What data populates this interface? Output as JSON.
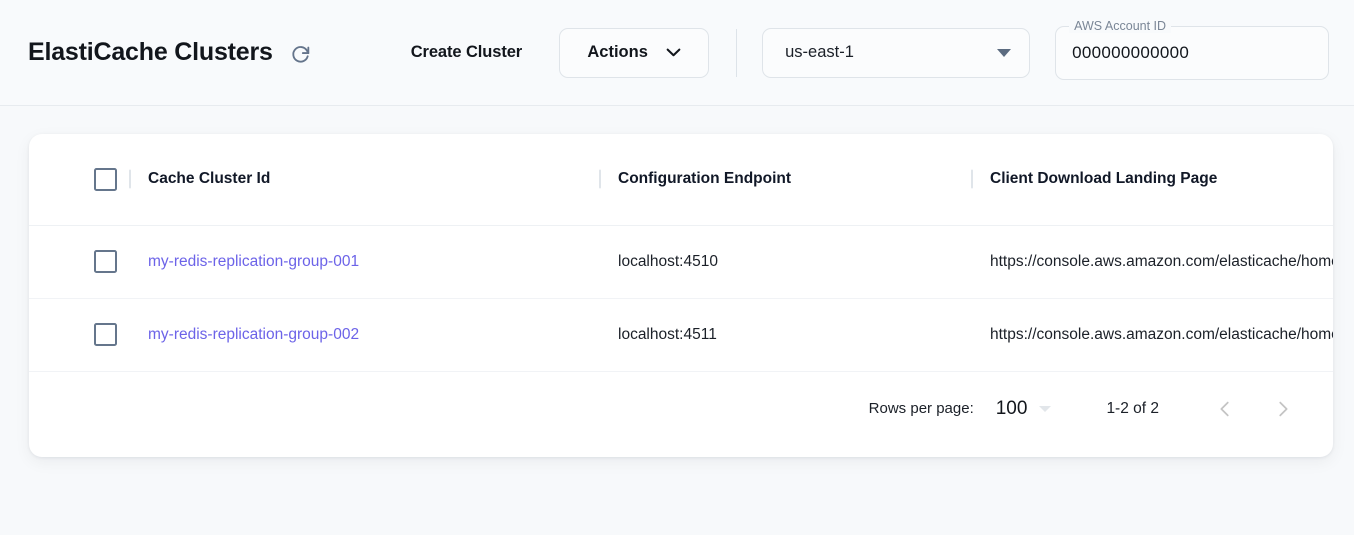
{
  "header": {
    "title": "ElastiCache Clusters",
    "refresh_icon": "refresh-icon",
    "create_cluster_label": "Create Cluster",
    "actions_label": "Actions",
    "actions_caret_icon": "chevron-down-icon",
    "region": {
      "value": "us-east-1",
      "caret_icon": "triangle-down-icon"
    },
    "account": {
      "legend": "AWS Account ID",
      "value": "000000000000"
    }
  },
  "table": {
    "select_all_aria": "Select all rows",
    "columns": [
      {
        "key": "cluster_id",
        "label": "Cache Cluster Id"
      },
      {
        "key": "config_endpoint",
        "label": "Configuration Endpoint"
      },
      {
        "key": "landing_page",
        "label": "Client Download Landing Page"
      }
    ],
    "rows": [
      {
        "cluster_id": "my-redis-replication-group-001",
        "config_endpoint": "localhost:4510",
        "landing_page": "https://console.aws.amazon.com/elasticache/home"
      },
      {
        "cluster_id": "my-redis-replication-group-002",
        "config_endpoint": "localhost:4511",
        "landing_page": "https://console.aws.amazon.com/elasticache/home"
      }
    ]
  },
  "pagination": {
    "rows_per_page_label": "Rows per page:",
    "rows_per_page_value": "100",
    "range_label": "1-2 of 2",
    "prev_icon": "chevron-left-icon",
    "next_icon": "chevron-right-icon"
  },
  "colors": {
    "link": "#6c63e8",
    "page_bg": "#f7f9fb",
    "card_bg": "#ffffff",
    "checkbox_border": "#65768c"
  }
}
